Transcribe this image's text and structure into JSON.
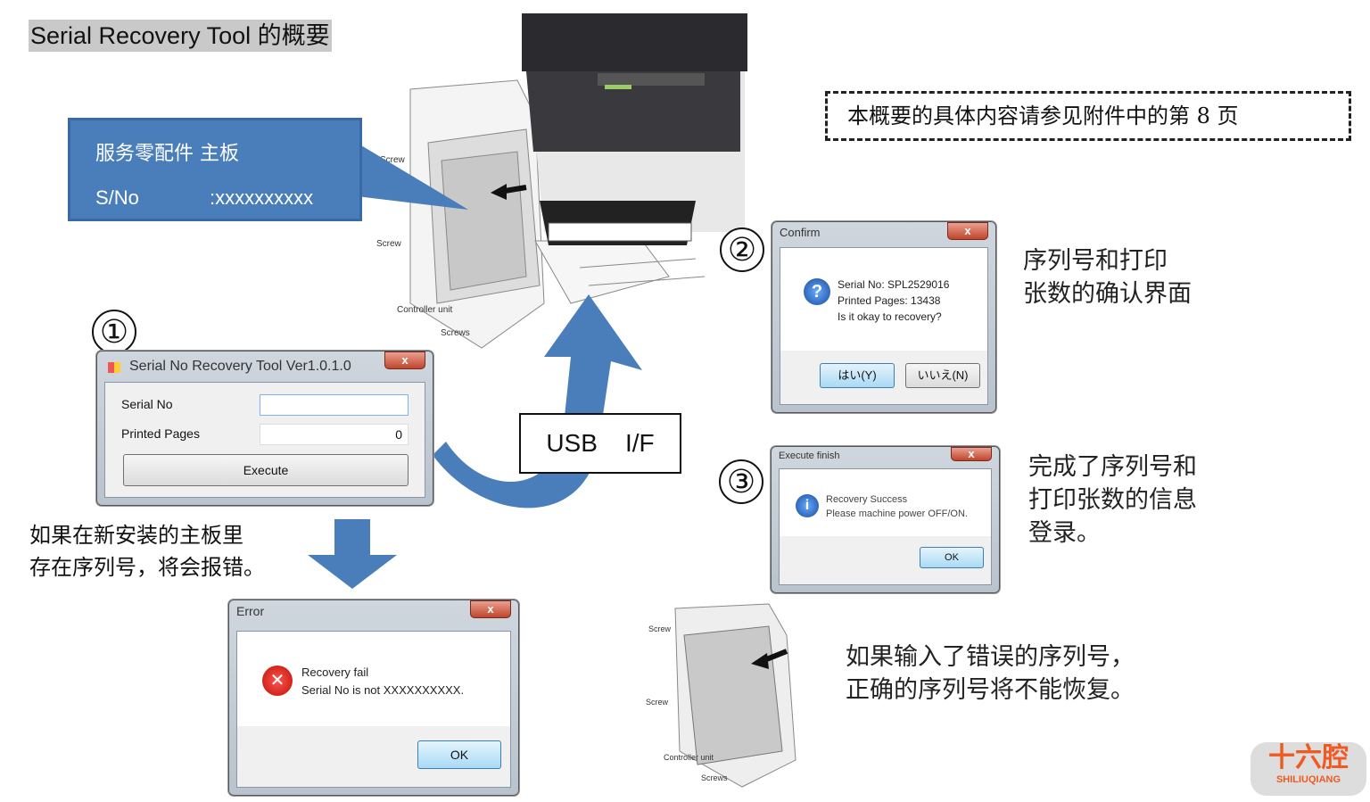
{
  "title": "Serial Recovery Tool 的概要",
  "callout": {
    "line1": "服务零配件  主板",
    "sn_label": "S/No",
    "sn_value": ":xxxxxxxxxx"
  },
  "note": "本概要的具体内容请参见附件中的第 8 页",
  "diagram_labels": {
    "screw1": "Screw",
    "screw2": "Screw",
    "controller": "Controller unit",
    "screws": "Screws"
  },
  "steps": {
    "one": "①",
    "two": "②",
    "three": "③"
  },
  "tool_window": {
    "title": "Serial No Recovery Tool Ver1.0.1.0",
    "serial_label": "Serial No",
    "serial_value": "",
    "pages_label": "Printed Pages",
    "pages_value": "0",
    "execute": "Execute",
    "close": "x"
  },
  "usb": "USB    I/F",
  "confirm": {
    "title": "Confirm",
    "line1": "Serial No: SPL2529016",
    "line2": "Printed Pages: 13438",
    "line3": "Is it okay to recovery?",
    "yes": "はい(Y)",
    "no": "いいえ(N)",
    "close": "x"
  },
  "confirm_desc": [
    "序列号和打印",
    "张数的确认界面"
  ],
  "finish": {
    "title": "Execute finish",
    "line1": "Recovery Success",
    "line2": "Please machine power OFF/ON.",
    "ok": "OK",
    "close": "x"
  },
  "finish_desc": [
    "完成了序列号和",
    "打印张数的信息",
    "登录。"
  ],
  "error_desc": [
    "如果在新安装的主板里",
    "存在序列号，将会报错。"
  ],
  "error": {
    "title": "Error",
    "line1": "Recovery fail",
    "line2": "Serial No is not XXXXXXXXXX.",
    "ok": "OK",
    "close": "x"
  },
  "wrong_desc": [
    "如果输入了错误的序列号，",
    "正确的序列号将不能恢复。"
  ],
  "logo": {
    "text": "十六腔",
    "sub": "SHILIUQIANG"
  },
  "colors": {
    "callout": "#4a7ebb",
    "arrow": "#4a7ebb",
    "red_text": "#e3222a"
  }
}
